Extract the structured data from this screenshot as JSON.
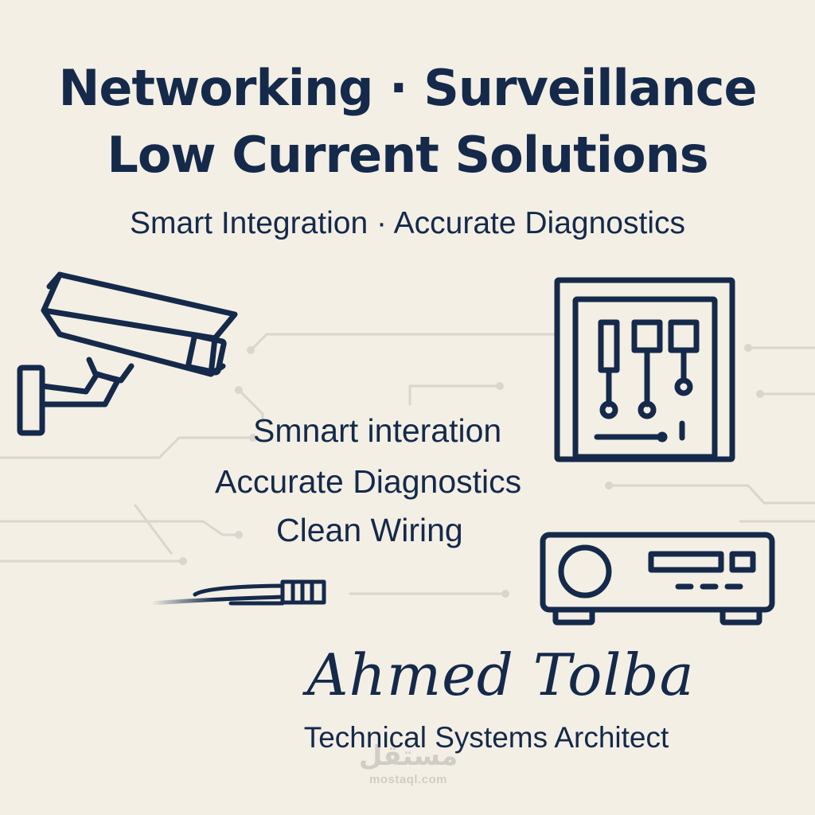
{
  "headline": {
    "line1": "Networking · Surveillance",
    "line2": "Low Current Solutions"
  },
  "subtitle": "Smart Integration · Accurate Diagnostics",
  "features": [
    "Smnart interation",
    "Accurate Diagnostics",
    "Clean Wiring"
  ],
  "signature": {
    "name": "Ahmed Tolba",
    "role": "Technical Systems Architect"
  },
  "watermark": {
    "arabic": "مستقل",
    "url": "mostaql.com"
  },
  "icons": [
    "cctv-camera-icon",
    "control-panel-icon",
    "network-cable-icon",
    "dvr-recorder-icon"
  ],
  "colors": {
    "background": "#f3efe5",
    "ink": "#15294a",
    "circuit": "#d9d6cf"
  }
}
